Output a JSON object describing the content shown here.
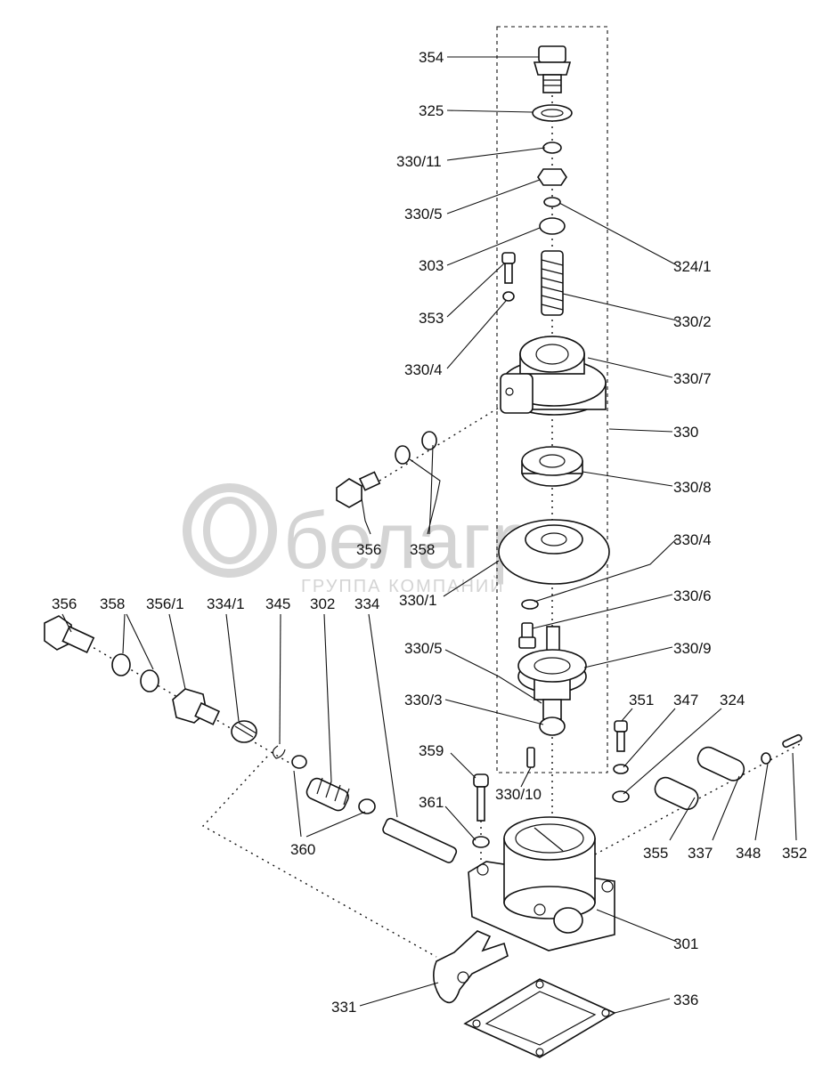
{
  "watermark": {
    "brand": "белагро",
    "tagline": "ГРУППА КОМПАНИЙ"
  },
  "labels": {
    "p354": "354",
    "p325": "325",
    "p330_11": "330/11",
    "p330_5_top": "330/5",
    "p324_1": "324/1",
    "p303": "303",
    "p353": "353",
    "p330_2": "330/2",
    "p330_4_left": "330/4",
    "p330_7": "330/7",
    "p330": "330",
    "p330_8": "330/8",
    "p356_mid": "356",
    "p358_mid": "358",
    "p330_1": "330/1",
    "p330_4_right": "330/4",
    "p330_6": "330/6",
    "p356_left": "356",
    "p358_left": "358",
    "p356_1": "356/1",
    "p334_1": "334/1",
    "p345": "345",
    "p302": "302",
    "p334": "334",
    "p330_5_low": "330/5",
    "p330_9": "330/9",
    "p330_3": "330/3",
    "p351": "351",
    "p347": "347",
    "p324": "324",
    "p359": "359",
    "p330_10": "330/10",
    "p361": "361",
    "p360": "360",
    "p355": "355",
    "p337": "337",
    "p348": "348",
    "p352": "352",
    "p301": "301",
    "p331": "331",
    "p336": "336"
  }
}
